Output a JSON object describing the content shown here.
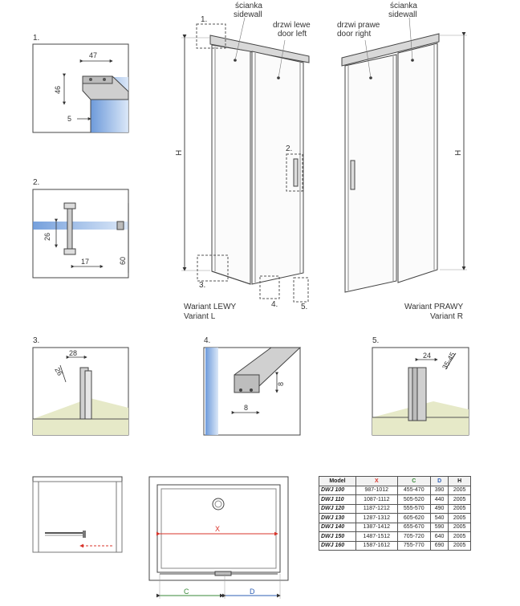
{
  "wall_labels": {
    "left_line1": "ścianka",
    "left_line2": "sidewall",
    "right_line1": "ścianka",
    "right_line2": "sidewall"
  },
  "door_labels": {
    "left_line1": "drzwi lewe",
    "left_line2": "door left",
    "right_line1": "drzwi prawe",
    "right_line2": "door right"
  },
  "height_label": "H",
  "variants": {
    "left_line1": "Wariant LEWY",
    "left_line2": "Variant L",
    "right_line1": "Wariant PRAWY",
    "right_line2": "Variant R"
  },
  "callouts": [
    "1.",
    "2.",
    "3.",
    "4.",
    "5."
  ],
  "details": {
    "d1": {
      "label": "1.",
      "w": "47",
      "h": "46",
      "s": "5"
    },
    "d2": {
      "label": "2.",
      "a": "26",
      "b": "17",
      "c": "60"
    },
    "d3": {
      "label": "3.",
      "a": "26",
      "b": "28"
    },
    "d4": {
      "label": "4.",
      "a": "8",
      "b": "8"
    },
    "d5": {
      "label": "5.",
      "a": "24",
      "b": "35-45"
    }
  },
  "plan_labels": {
    "x": "X",
    "c": "C",
    "d": "D"
  },
  "table": {
    "headers": [
      "Model",
      "X",
      "C",
      "D",
      "H"
    ],
    "rows": [
      [
        "DWJ 100",
        "987-1012",
        "455-470",
        "390",
        "2005"
      ],
      [
        "DWJ 110",
        "1087-1112",
        "505-520",
        "440",
        "2005"
      ],
      [
        "DWJ 120",
        "1187-1212",
        "555-570",
        "490",
        "2005"
      ],
      [
        "DWJ 130",
        "1287-1312",
        "605-620",
        "540",
        "2005"
      ],
      [
        "DWJ 140",
        "1387-1412",
        "655-670",
        "590",
        "2005"
      ],
      [
        "DWJ 150",
        "1487-1512",
        "705-720",
        "640",
        "2005"
      ],
      [
        "DWJ 160",
        "1587-1612",
        "755-770",
        "690",
        "2005"
      ]
    ]
  },
  "colors": {
    "x": "#d9342b",
    "c": "#3a8a3a",
    "d": "#2e5fb5",
    "line": "#444444",
    "glass_blue": "#8fb3e0",
    "floor": "#e6e9c8"
  }
}
